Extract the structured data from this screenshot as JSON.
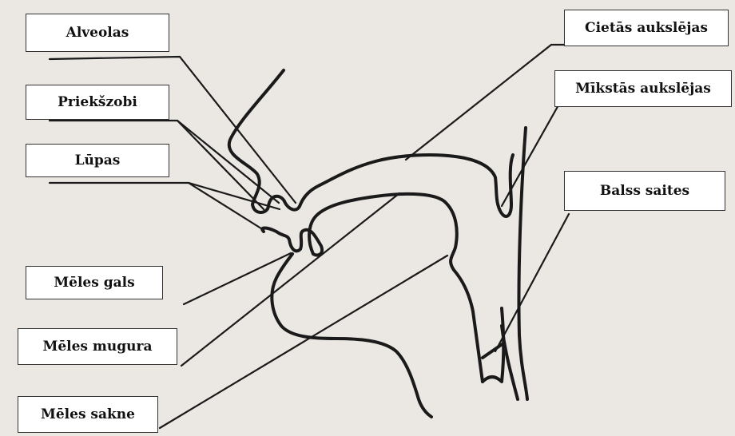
{
  "labels": {
    "alveolas": "Alveolas",
    "priekszobi": "Priekšzobi",
    "lupas": "Lūpas",
    "meles_gals": "Mēles gals",
    "meles_mugura": "Mēles mugura",
    "meles_sakne": "Mēles sakne",
    "cietas_auksl": "Cietās aukslējas",
    "mikstas_auksl": "Mīkstās aukslējas",
    "balss_saites": "Balss saites"
  },
  "colors": {
    "paper": "#ebe7e3",
    "ink": "#1a1a1a",
    "label_fill": "#ffffff"
  }
}
